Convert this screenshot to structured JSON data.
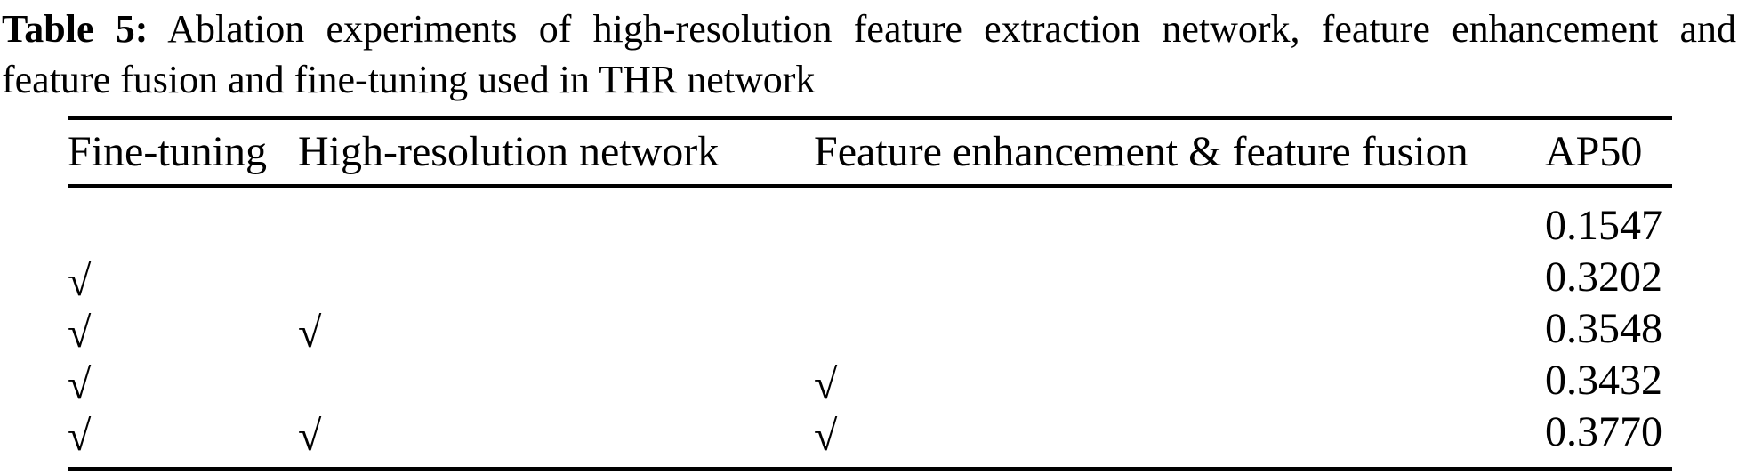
{
  "caption": {
    "prefix": "Table 5:",
    "line1_rest": " Ablation experiments of high-resolution feature extraction network, feature enhancement and",
    "line2": "feature fusion and fine-tuning used in THR network"
  },
  "table": {
    "headers": [
      "Fine-tuning",
      "High-resolution network",
      "Feature enhancement & feature fusion",
      "AP50"
    ],
    "checkmark_symbol": "√",
    "rows": [
      {
        "fine_tuning": "",
        "high_resolution": "",
        "feature_enhancement": "",
        "ap50": "0.1547"
      },
      {
        "fine_tuning": "√",
        "high_resolution": "",
        "feature_enhancement": "",
        "ap50": "0.3202"
      },
      {
        "fine_tuning": "√",
        "high_resolution": "√",
        "feature_enhancement": "",
        "ap50": "0.3548"
      },
      {
        "fine_tuning": "√",
        "high_resolution": "",
        "feature_enhancement": "√",
        "ap50": "0.3432"
      },
      {
        "fine_tuning": "√",
        "high_resolution": "√",
        "feature_enhancement": "√",
        "ap50": "0.3770"
      }
    ],
    "colors": {
      "text": "#000000",
      "background": "#ffffff",
      "rule": "#000000"
    }
  }
}
